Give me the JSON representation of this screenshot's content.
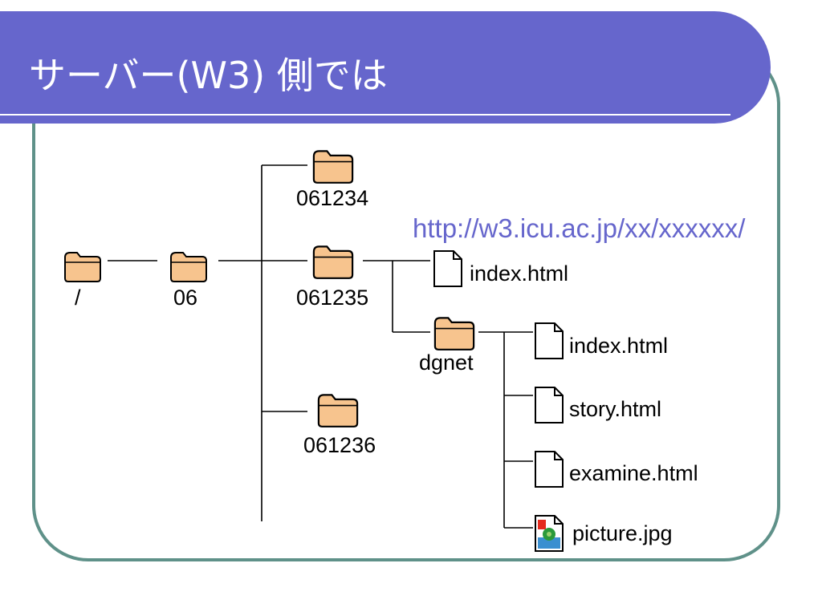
{
  "slide": {
    "title": "サーバー(W3) 側では",
    "url": "http://w3.icu.ac.jp/xx/xxxxxx/"
  },
  "tree": {
    "folders": {
      "root": "/",
      "f06": "06",
      "f061234": "061234",
      "f061235": "061235",
      "f061236": "061236",
      "dgnet": "dgnet"
    },
    "files": {
      "index_top": "index.html",
      "index_dgnet": "index.html",
      "story": "story.html",
      "examine": "examine.html",
      "picture": "picture.jpg"
    }
  },
  "colors": {
    "title_bg": "#6666cc",
    "frame_border": "#5f9189",
    "folder_fill": "#f7c48e",
    "url_text": "#6666cc"
  }
}
